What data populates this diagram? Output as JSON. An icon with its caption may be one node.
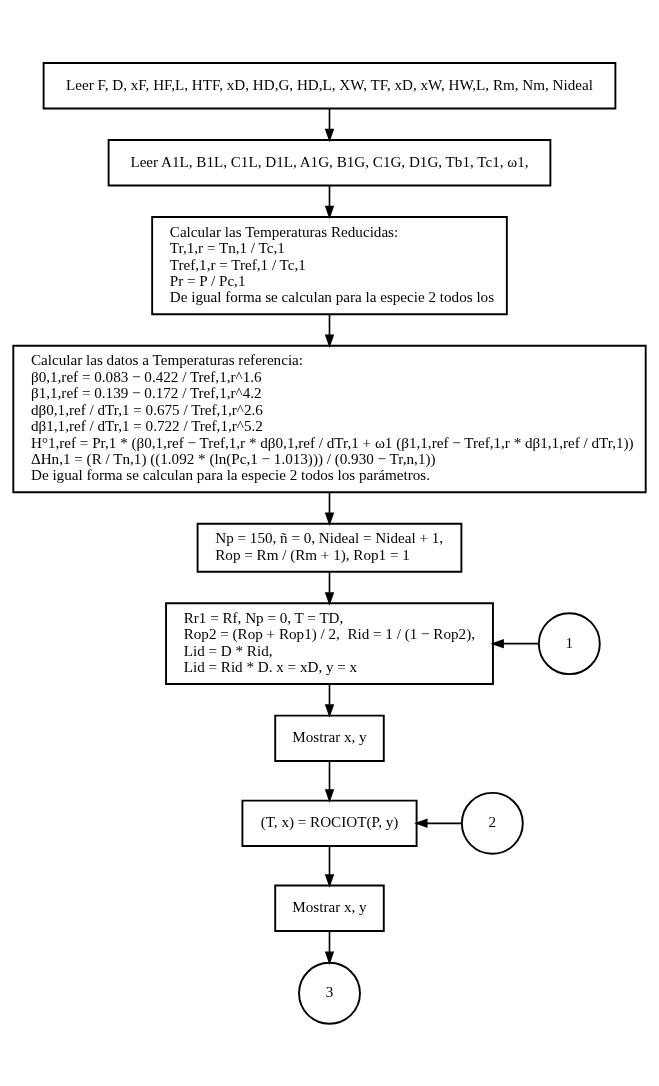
{
  "diagram": {
    "nodes": [
      {
        "text": [
          "Leer F, D, xF, HF,L, HTF, xD, HD,G, HD,L, XW, TF, xD, xW, HW,L, Rm, Nm, Nideal"
        ]
      },
      {
        "text": [
          "Leer A1L, B1L, C1L, D1L, A1G, B1G, C1G, D1G, Tb1, Tc1, ω1,"
        ]
      },
      {
        "text": [
          "Calcular las Temperaturas Reducidas:",
          "Tr,1,r = Tn,1 / Tc,1",
          "Tref,1,r = Tref,1 / Tc,1",
          "Pr = P / Pc,1",
          "De igual forma se calculan para la especie 2 todos los"
        ]
      },
      {
        "text": [
          "Calcular las datos a Temperaturas referencia:",
          "β0,1,ref = 0.083 − 0.422 / Tref,1,r^1.6",
          "β1,1,ref = 0.139 − 0.172 / Tref,1,r^4.2",
          "dβ0,1,ref / dTr,1 = 0.675 / Tref,1,r^2.6",
          "dβ1,1,ref / dTr,1 = 0.722 / Tref,1,r^5.2",
          "H°1,ref = Pr,1 * (β0,1,ref − Tref,1,r * dβ0,1,ref / dTr,1 + ω1 (β1,1,ref − Tref,1,r * dβ1,1,ref / dTr,1))",
          "ΔHn,1 = (R / Tn,1) ((1.092 * (ln(Pc,1 − 1.013))) / (0.930 − Tr,n,1))",
          "De igual forma se calculan para la especie 2 todos los parámetros."
        ]
      },
      {
        "text": [
          "Np = 150, ñ = 0, Nideal = Nideal + 1,",
          "Rop = Rm / (Rm + 1), Rop1 = 1"
        ]
      },
      {
        "text": [
          "1"
        ]
      },
      {
        "text": [
          "Rr1 = Rf, Np = 0, T = TD,",
          "Rop2 = (Rop + Rop1) / 2,  Rid = 1 / (1 − Rop2),",
          "Lid = D * Rid,",
          "Lid = Rid * D. x = xD, y = x"
        ]
      },
      {
        "text": [
          "Mostrar x, y"
        ]
      },
      {
        "text": [
          "2"
        ]
      },
      {
        "text": [
          "(T, x) = ROCIOT(P, y)"
        ]
      },
      {
        "text": [
          "Mostrar x, y"
        ]
      },
      {
        "text": [
          "3"
        ]
      }
    ],
    "edges": [
      {
        "from": 0,
        "to": 1,
        "arrow": "to"
      },
      {
        "from": 1,
        "to": 2,
        "arrow": "to"
      },
      {
        "from": 2,
        "to": 3,
        "arrow": "to"
      },
      {
        "from": 3,
        "to": 4,
        "arrow": "to"
      },
      {
        "from": 4,
        "to": 6,
        "arrow": "to"
      },
      {
        "from": 5,
        "to": 6,
        "arrow": "to"
      },
      {
        "from": 6,
        "to": 7,
        "arrow": "to"
      },
      {
        "from": 7,
        "to": 9,
        "arrow": "to"
      },
      {
        "from": 8,
        "to": 9,
        "arrow": "to"
      },
      {
        "from": 9,
        "to": 10,
        "arrow": "to"
      },
      {
        "from": 10,
        "to": 11,
        "arrow": "to"
      }
    ]
  }
}
